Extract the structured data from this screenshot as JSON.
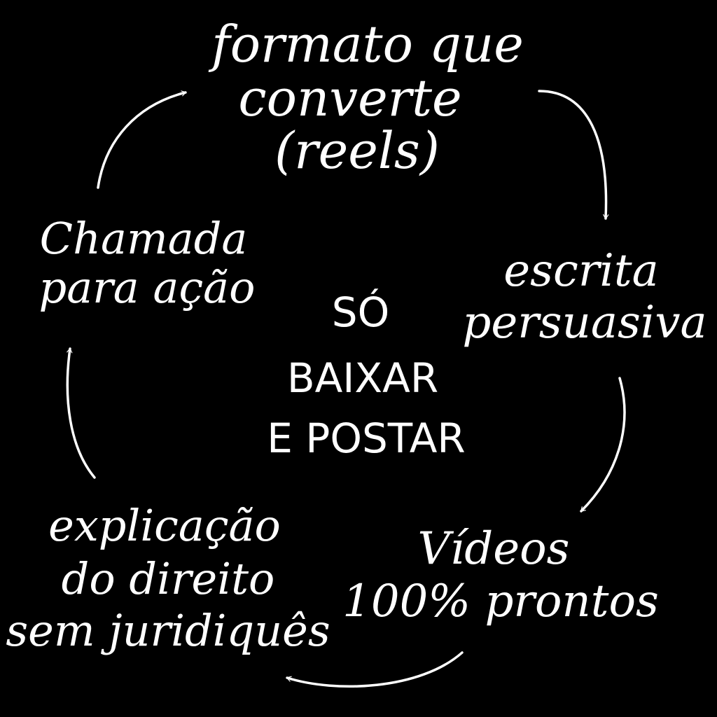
{
  "colors": {
    "background": "#000000",
    "foreground": "#ffffff"
  },
  "nodes": {
    "formato": {
      "lines": [
        "formato que",
        "converte",
        "(reels)"
      ]
    },
    "escrita": {
      "lines": [
        "escrita",
        "persuasiva"
      ]
    },
    "videos": {
      "lines": [
        "Vídeos",
        "100% prontos"
      ]
    },
    "explicacao": {
      "lines": [
        "explicação",
        "do direito",
        "sem juridiquês"
      ]
    },
    "chamada": {
      "lines": [
        "Chamada",
        "para ação"
      ]
    }
  },
  "center": {
    "lines": [
      "SÓ",
      "BAIXAR",
      "E POSTAR"
    ]
  }
}
